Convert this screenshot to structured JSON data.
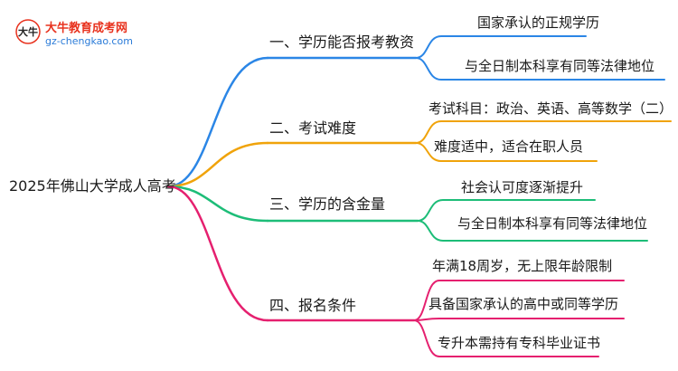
{
  "logo": {
    "title": "大牛教育成考网",
    "url": "gz-chengkao.com",
    "mark_glyph": "大牛"
  },
  "root": "2025年佛山大学成人高考",
  "branches": [
    {
      "label": "一、学历能否报考教资",
      "color": "#2b86e6",
      "leaves": [
        "国家承认的正规学历",
        "与全日制本科享有同等法律地位"
      ]
    },
    {
      "label": "二、考试难度",
      "color": "#f0a30a",
      "leaves": [
        "考试科目：政治、英语、高等数学（二）",
        "难度适中，适合在职人员"
      ]
    },
    {
      "label": "三、学历的含金量",
      "color": "#1dbd78",
      "leaves": [
        "社会认可度逐渐提升",
        "与全日制本科享有同等法律地位"
      ]
    },
    {
      "label": "四、报名条件",
      "color": "#e5206f",
      "leaves": [
        "年满18周岁，无上限年龄限制",
        "具备国家承认的高中或同等学历",
        "专升本需持有专科毕业证书"
      ]
    }
  ]
}
